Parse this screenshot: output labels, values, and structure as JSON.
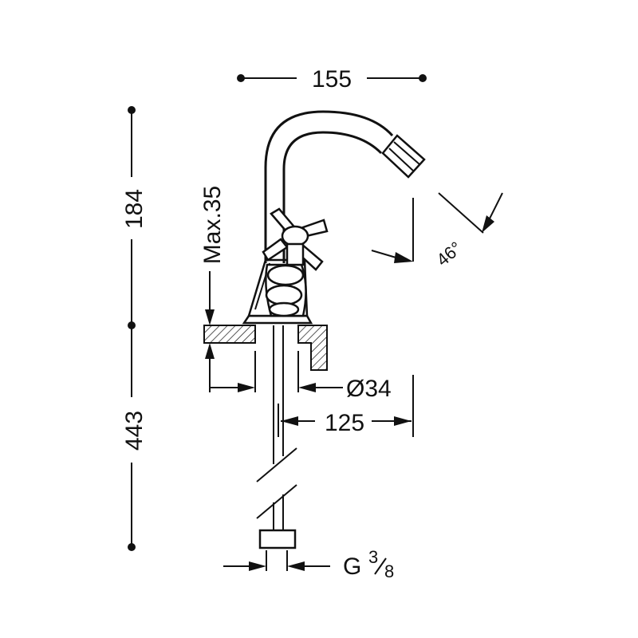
{
  "dimensions": {
    "width_top": "155",
    "height_upper": "184",
    "height_lower": "443",
    "max_thickness": "Max.35",
    "diameter": "Ø34",
    "reach": "125",
    "angle": "46°",
    "thread_prefix": "G",
    "thread_numerator": "3",
    "thread_denominator": "8"
  },
  "colors": {
    "line": "#111111",
    "background": "#ffffff"
  }
}
